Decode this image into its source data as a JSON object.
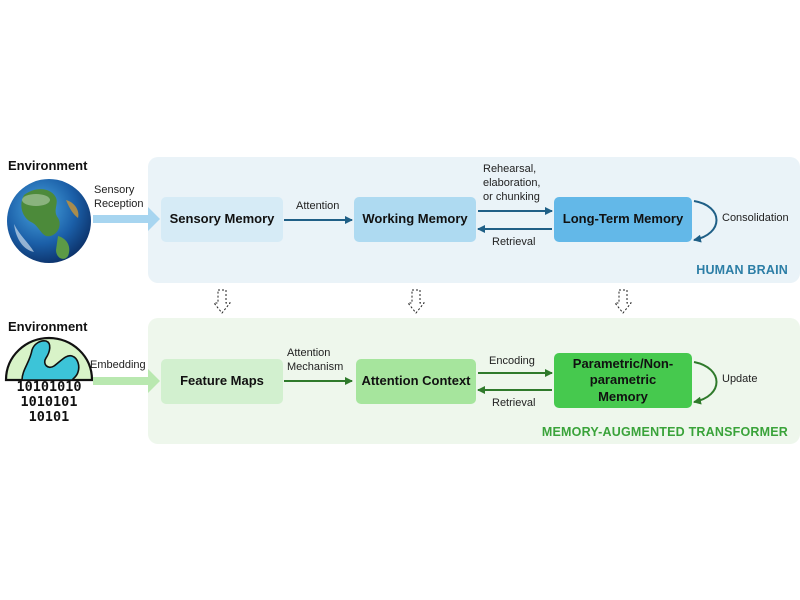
{
  "human": {
    "environment_title": "Environment",
    "input_label": "Sensory Reception",
    "boxes": {
      "sensory": "Sensory Memory",
      "working": "Working Memory",
      "longterm": "Long-Term Memory"
    },
    "edges": {
      "attention": "Attention",
      "rehearsal": "Rehearsal, elaboration, or chunking",
      "retrieval": "Retrieval",
      "consolidation": "Consolidation"
    },
    "panel_label": "HUMAN BRAIN"
  },
  "transformer": {
    "environment_title": "Environment",
    "input_label": "Embedding",
    "binary_text": "10101010\n1010101\n10101",
    "boxes": {
      "feature": "Feature Maps",
      "attention_context": "Attention Context",
      "memory": "Parametric/Non-parametric Memory"
    },
    "edges": {
      "attention_mechanism": "Attention Mechanism",
      "encoding": "Encoding",
      "retrieval": "Retrieval",
      "update": "Update"
    },
    "panel_label": "MEMORY-AUGMENTED TRANSFORMER"
  },
  "colors": {
    "top_panel": "#eaf3f8",
    "bottom_panel": "#eef7ec",
    "sensory_box": "#d6ebf6",
    "working_box": "#aedaf1",
    "longterm_box": "#63b8e8",
    "feature_box": "#d2f0cf",
    "attention_box": "#a6e59d",
    "memory_box": "#46c94e",
    "blue_arrow": "#1f5f86",
    "green_arrow": "#2f7a2b",
    "human_label": "#2c7ea6",
    "transformer_label": "#3aa33a"
  }
}
